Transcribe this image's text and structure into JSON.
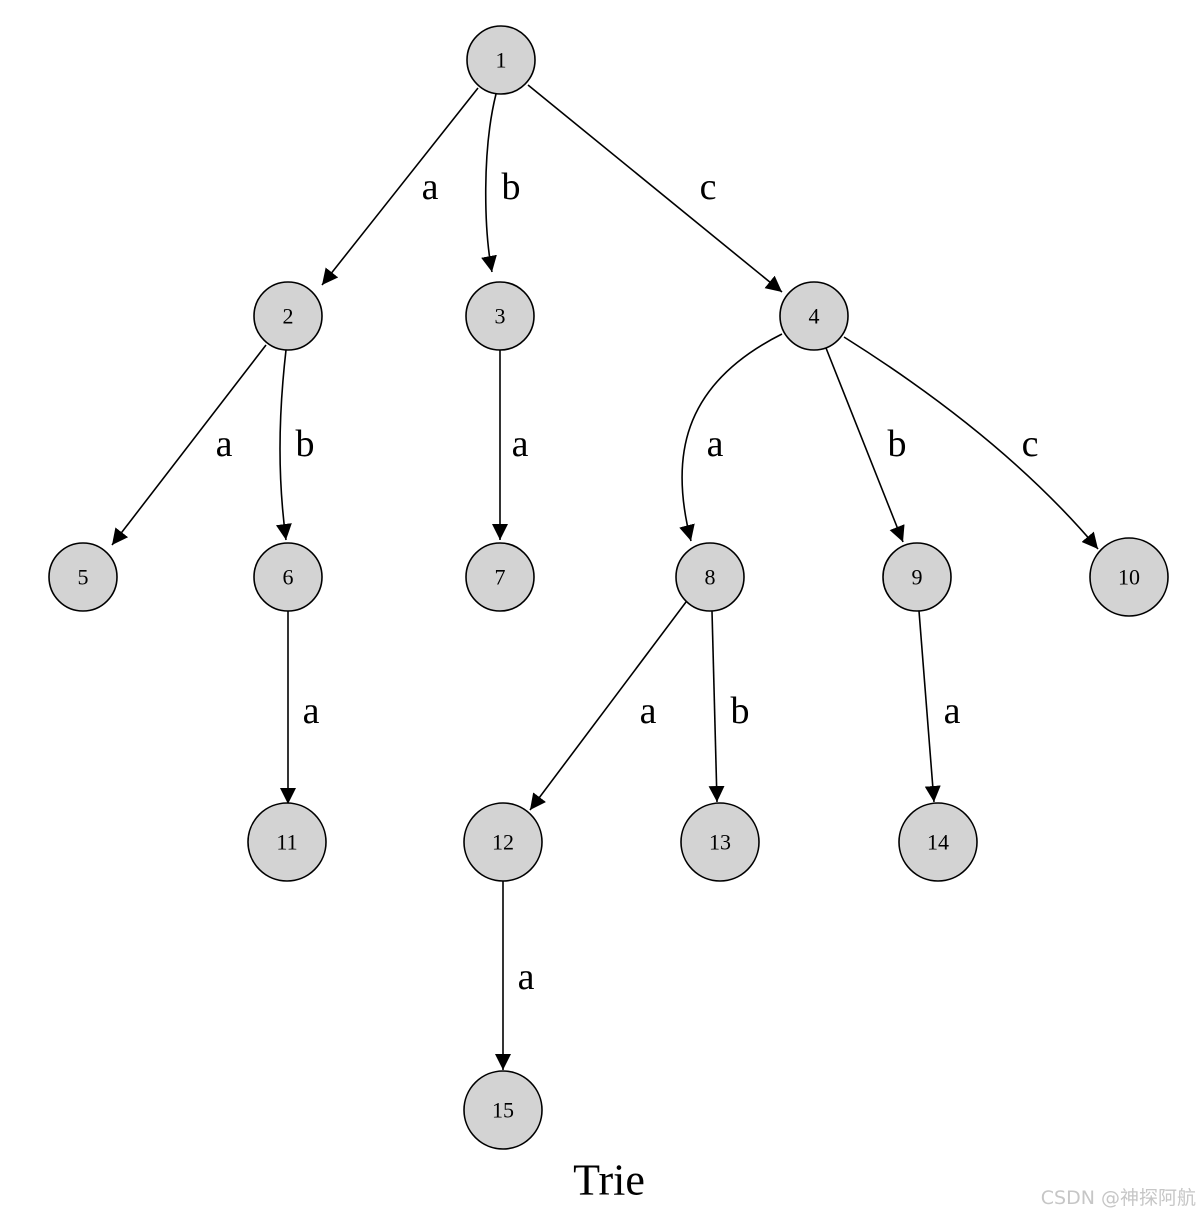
{
  "title": "Trie",
  "watermark": "CSDN @神探阿航",
  "colors": {
    "node_fill": "#d3d3d3",
    "stroke": "#000000",
    "background": "#ffffff"
  },
  "nodes": [
    {
      "id": "1",
      "label": "1"
    },
    {
      "id": "2",
      "label": "2"
    },
    {
      "id": "3",
      "label": "3"
    },
    {
      "id": "4",
      "label": "4"
    },
    {
      "id": "5",
      "label": "5"
    },
    {
      "id": "6",
      "label": "6"
    },
    {
      "id": "7",
      "label": "7"
    },
    {
      "id": "8",
      "label": "8"
    },
    {
      "id": "9",
      "label": "9"
    },
    {
      "id": "10",
      "label": "10"
    },
    {
      "id": "11",
      "label": "11"
    },
    {
      "id": "12",
      "label": "12"
    },
    {
      "id": "13",
      "label": "13"
    },
    {
      "id": "14",
      "label": "14"
    },
    {
      "id": "15",
      "label": "15"
    }
  ],
  "edges": [
    {
      "from": "1",
      "to": "2",
      "label": "a"
    },
    {
      "from": "1",
      "to": "3",
      "label": "b"
    },
    {
      "from": "1",
      "to": "4",
      "label": "c"
    },
    {
      "from": "2",
      "to": "5",
      "label": "a"
    },
    {
      "from": "2",
      "to": "6",
      "label": "b"
    },
    {
      "from": "3",
      "to": "7",
      "label": "a"
    },
    {
      "from": "4",
      "to": "8",
      "label": "a"
    },
    {
      "from": "4",
      "to": "9",
      "label": "b"
    },
    {
      "from": "4",
      "to": "10",
      "label": "c"
    },
    {
      "from": "6",
      "to": "11",
      "label": "a"
    },
    {
      "from": "8",
      "to": "12",
      "label": "a"
    },
    {
      "from": "8",
      "to": "13",
      "label": "b"
    },
    {
      "from": "9",
      "to": "14",
      "label": "a"
    },
    {
      "from": "12",
      "to": "15",
      "label": "a"
    }
  ]
}
